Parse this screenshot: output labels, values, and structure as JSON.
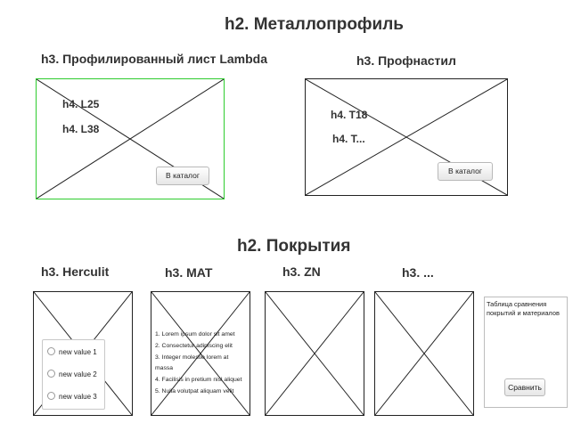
{
  "metal": {
    "title": "h2. Металлопрофиль",
    "lambda": {
      "title": "h3. Профилированный лист Lambda",
      "items": [
        "h4. L25",
        "h4. L38"
      ],
      "button": "В каталог"
    },
    "profnastil": {
      "title": "h3. Профнастил",
      "items": [
        "h4. T18",
        "h4. T..."
      ],
      "button": "В каталог"
    }
  },
  "coatings": {
    "title": "h2. Покрытия",
    "herculit": {
      "title": "h3. Herculit",
      "options": [
        "new value 1",
        "new value 2",
        "new value 3"
      ]
    },
    "mat": {
      "title": "h3. MAT",
      "list": [
        "1. Lorem ipsum dolor sit amet",
        "2. Consectetur adipiscing elit",
        "3. Integer molestie lorem at massa",
        "4. Facilisis in pretium nisl aliquet",
        "5. Nulla volutpat aliquam velit"
      ]
    },
    "zn": {
      "title": "h3. ZN"
    },
    "more": {
      "title": "h3. ..."
    },
    "compare": {
      "text": "Таблица сравнения покрытий и материалов",
      "button": "Сравнить"
    }
  },
  "colors": {
    "highlight_border": "#2ecc2e",
    "stroke": "#222222"
  }
}
